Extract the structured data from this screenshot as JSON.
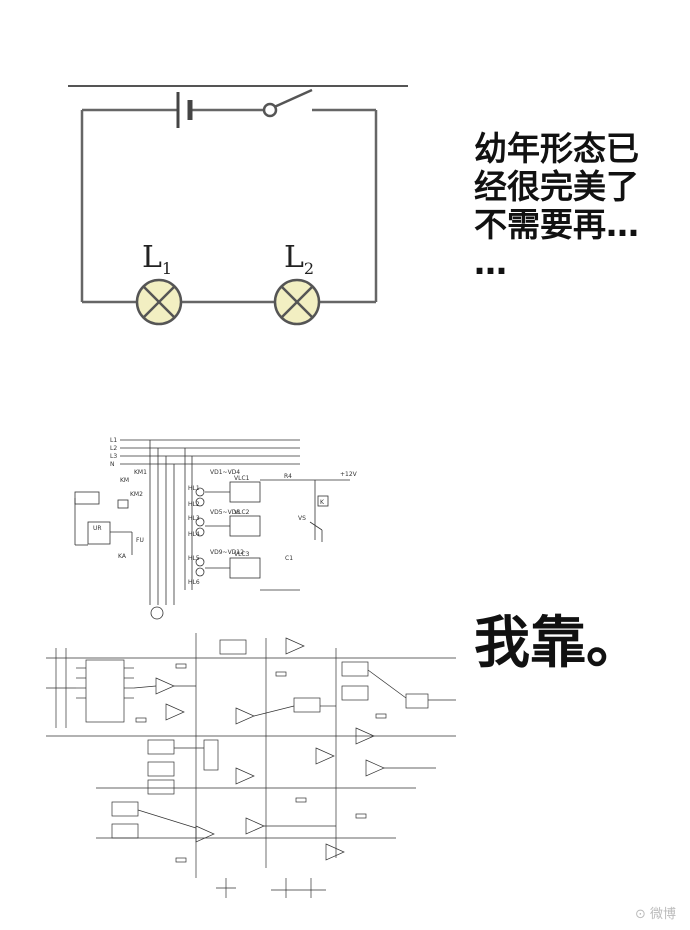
{
  "top_panel": {
    "caption_lines": [
      "幼年形态已",
      "经很完美了",
      "不需要再…",
      "…"
    ],
    "lamp_labels": [
      {
        "letter": "L",
        "sub": "1"
      },
      {
        "letter": "L",
        "sub": "2"
      }
    ]
  },
  "bottom_panel": {
    "caption": "我靠。"
  },
  "schematic_1": {
    "line_labels": [
      "L1",
      "L2",
      "L3",
      "N"
    ],
    "labels": [
      "VD1~VD4",
      "VLC1",
      "VD5~VD8",
      "VLC2",
      "VD9~VD12",
      "VLC3",
      "HL1",
      "HL2",
      "HL3",
      "HL4",
      "HL5",
      "HL6",
      "KM",
      "KM1",
      "KM2",
      "FU",
      "KA",
      "UR",
      "VS",
      "R4",
      "C1",
      "+12V",
      "K"
    ]
  },
  "watermark": {
    "text": "⊙ 微博"
  },
  "colors": {
    "background": "#ffffff",
    "line": "#444444",
    "lamp_fill": "#f2efc2",
    "caption_text": "#111111"
  }
}
